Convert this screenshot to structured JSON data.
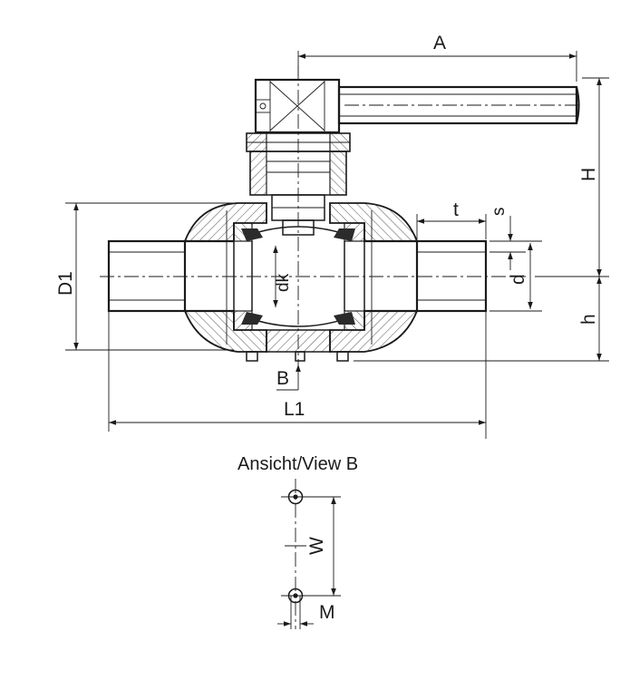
{
  "drawing": {
    "labels": {
      "A": "A",
      "H": "H",
      "h": "h",
      "t": "t",
      "s": "s",
      "d": "d",
      "dk": "dk",
      "D1": "D1",
      "L1": "L1",
      "B": "B",
      "W": "W",
      "M": "M"
    },
    "view_caption": "Ansicht/View B"
  },
  "colors": {
    "line": "#1a1a1a",
    "hatch": "#555555",
    "seal": "#2b2b2b",
    "background": "#ffffff"
  }
}
